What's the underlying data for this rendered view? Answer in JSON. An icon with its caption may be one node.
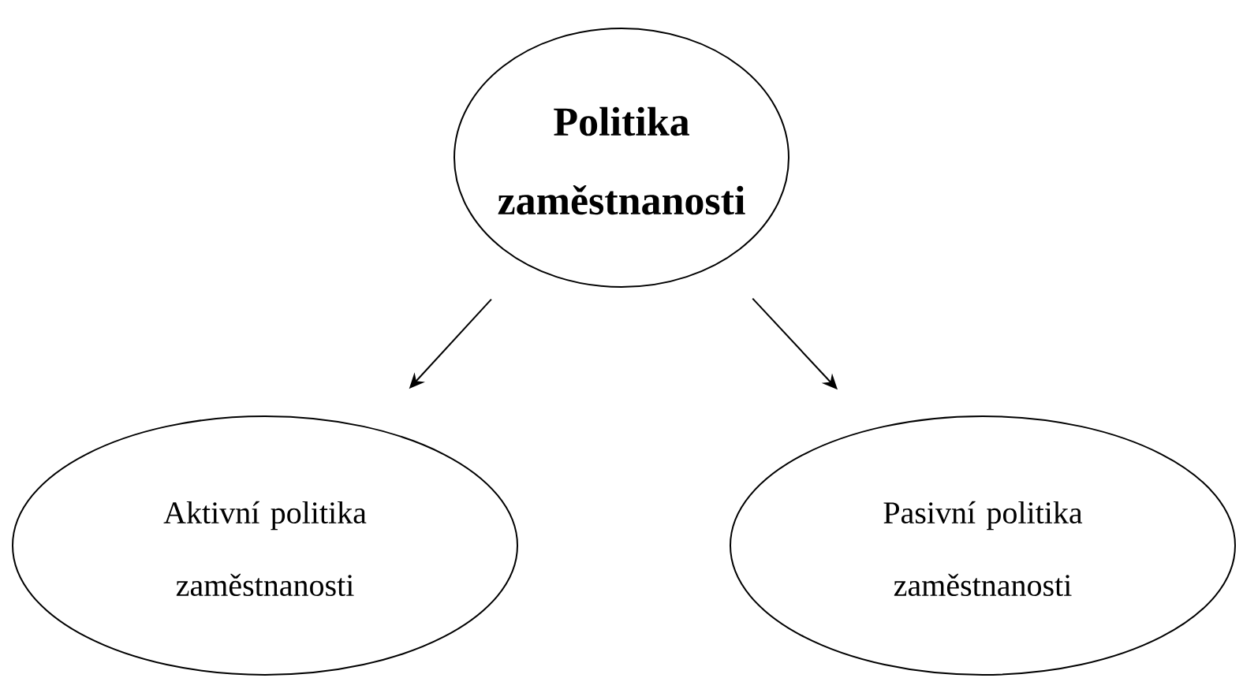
{
  "diagram": {
    "nodes": [
      {
        "text": [
          "**Politika zaměstnanosti**"
        ]
      },
      {
        "text": [
          "Aktivní politika zaměstnanosti"
        ]
      },
      {
        "text": [
          "Pasivní politika zaměstnanosti"
        ]
      }
    ],
    "edges": [
      {
        "from": 0,
        "to": 1,
        "arrow": "to"
      },
      {
        "from": 0,
        "to": 2,
        "arrow": "to"
      }
    ]
  }
}
